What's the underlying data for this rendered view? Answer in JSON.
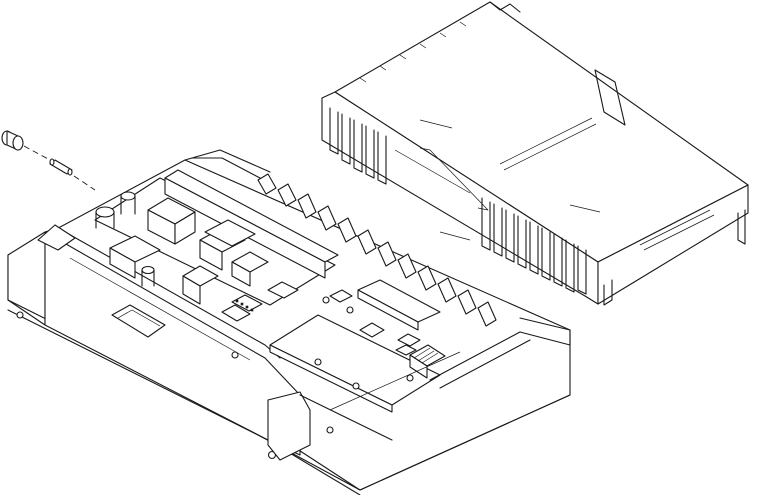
{
  "figure": {
    "style": "exploded-isometric-line-drawing",
    "background_color": "#ffffff",
    "line_color": "#1a1a1a",
    "parts": [
      {
        "name": "top-cover",
        "icon": "heatsink-cover"
      },
      {
        "name": "base-housing",
        "icon": "enclosure-base"
      },
      {
        "name": "front-panel",
        "icon": "panel"
      },
      {
        "name": "main-pcb",
        "icon": "circuit-board"
      },
      {
        "name": "sub-pcb",
        "icon": "circuit-board"
      },
      {
        "name": "fuse",
        "icon": "fuse"
      },
      {
        "name": "fuse-cap",
        "icon": "fuse-holder-cap"
      }
    ]
  }
}
